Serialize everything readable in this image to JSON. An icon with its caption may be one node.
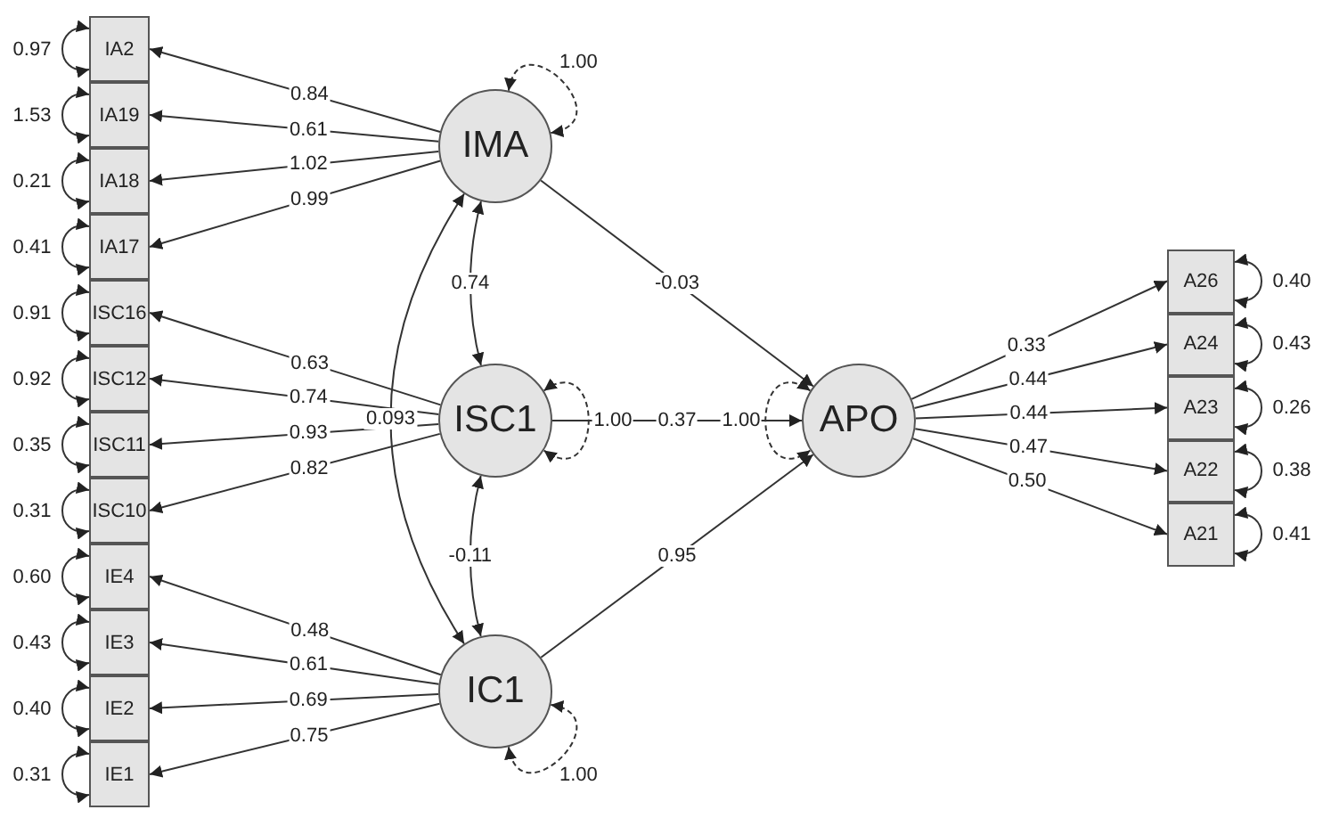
{
  "diagram": {
    "nodes": [
      {
        "text": [
          "IA2"
        ]
      },
      {
        "text": [
          "IA19"
        ]
      },
      {
        "text": [
          "IA18"
        ]
      },
      {
        "text": [
          "IA17"
        ]
      },
      {
        "text": [
          "ISC16"
        ]
      },
      {
        "text": [
          "ISC12"
        ]
      },
      {
        "text": [
          "ISC11"
        ]
      },
      {
        "text": [
          "ISC10"
        ]
      },
      {
        "text": [
          "IE4"
        ]
      },
      {
        "text": [
          "IE3"
        ]
      },
      {
        "text": [
          "IE2"
        ]
      },
      {
        "text": [
          "IE1"
        ]
      },
      {
        "text": [
          "IMA"
        ]
      },
      {
        "text": [
          "ISC1"
        ]
      },
      {
        "text": [
          "IC1"
        ]
      },
      {
        "text": [
          "APO"
        ]
      },
      {
        "text": [
          "A26"
        ]
      },
      {
        "text": [
          "A24"
        ]
      },
      {
        "text": [
          "A23"
        ]
      },
      {
        "text": [
          "A22"
        ]
      },
      {
        "text": [
          "A21"
        ]
      }
    ],
    "edges": [
      {
        "from": 12,
        "to": 0,
        "arrow": "to",
        "label": "0.84"
      },
      {
        "from": 12,
        "to": 1,
        "arrow": "to",
        "label": "0.61"
      },
      {
        "from": 12,
        "to": 2,
        "arrow": "to",
        "label": "1.02"
      },
      {
        "from": 12,
        "to": 3,
        "arrow": "to",
        "label": "0.99"
      },
      {
        "from": 13,
        "to": 4,
        "arrow": "to",
        "label": "0.63"
      },
      {
        "from": 13,
        "to": 5,
        "arrow": "to",
        "label": "0.74"
      },
      {
        "from": 13,
        "to": 6,
        "arrow": "to",
        "label": "0.93"
      },
      {
        "from": 13,
        "to": 7,
        "arrow": "to",
        "label": "0.82"
      },
      {
        "from": 14,
        "to": 8,
        "arrow": "to",
        "label": "0.48"
      },
      {
        "from": 14,
        "to": 9,
        "arrow": "to",
        "label": "0.61"
      },
      {
        "from": 14,
        "to": 10,
        "arrow": "to",
        "label": "0.69"
      },
      {
        "from": 14,
        "to": 11,
        "arrow": "to",
        "label": "0.75"
      },
      {
        "from": 12,
        "to": 15,
        "arrow": "to",
        "label": "-0.03"
      },
      {
        "from": 13,
        "to": 15,
        "arrow": "to",
        "label": "0.37"
      },
      {
        "from": 14,
        "to": 15,
        "arrow": "to",
        "label": "0.95"
      },
      {
        "from": 15,
        "to": 16,
        "arrow": "to",
        "label": "0.33"
      },
      {
        "from": 15,
        "to": 17,
        "arrow": "to",
        "label": "0.44"
      },
      {
        "from": 15,
        "to": 18,
        "arrow": "to",
        "label": "0.44"
      },
      {
        "from": 15,
        "to": 19,
        "arrow": "to",
        "label": "0.47"
      },
      {
        "from": 15,
        "to": 20,
        "arrow": "to",
        "label": "0.50"
      },
      {
        "from": 12,
        "to": 13,
        "arrow": "both",
        "label": "0.74"
      },
      {
        "from": 13,
        "to": 14,
        "arrow": "both",
        "label": "-0.11"
      },
      {
        "from": 12,
        "to": 14,
        "arrow": "both",
        "label": "0.093"
      },
      {
        "from": 0,
        "to": 0,
        "arrow": "both",
        "label": "0.97"
      },
      {
        "from": 1,
        "to": 1,
        "arrow": "both",
        "label": "1.53"
      },
      {
        "from": 2,
        "to": 2,
        "arrow": "both",
        "label": "0.21"
      },
      {
        "from": 3,
        "to": 3,
        "arrow": "both",
        "label": "0.41"
      },
      {
        "from": 4,
        "to": 4,
        "arrow": "both",
        "label": "0.91"
      },
      {
        "from": 5,
        "to": 5,
        "arrow": "both",
        "label": "0.92"
      },
      {
        "from": 6,
        "to": 6,
        "arrow": "both",
        "label": "0.35"
      },
      {
        "from": 7,
        "to": 7,
        "arrow": "both",
        "label": "0.31"
      },
      {
        "from": 8,
        "to": 8,
        "arrow": "both",
        "label": "0.60"
      },
      {
        "from": 9,
        "to": 9,
        "arrow": "both",
        "label": "0.43"
      },
      {
        "from": 10,
        "to": 10,
        "arrow": "both",
        "label": "0.40"
      },
      {
        "from": 11,
        "to": 11,
        "arrow": "both",
        "label": "0.31"
      },
      {
        "from": 16,
        "to": 16,
        "arrow": "both",
        "label": "0.40"
      },
      {
        "from": 17,
        "to": 17,
        "arrow": "both",
        "label": "0.43"
      },
      {
        "from": 18,
        "to": 18,
        "arrow": "both",
        "label": "0.26"
      },
      {
        "from": 19,
        "to": 19,
        "arrow": "both",
        "label": "0.38"
      },
      {
        "from": 20,
        "to": 20,
        "arrow": "both",
        "label": "0.41"
      },
      {
        "from": 12,
        "to": 12,
        "arrow": "both",
        "label": "1.00",
        "style": "dashed"
      },
      {
        "from": 13,
        "to": 13,
        "arrow": "both",
        "label": "1.00",
        "style": "dashed"
      },
      {
        "from": 15,
        "to": 15,
        "arrow": "both",
        "label": "1.00",
        "style": "dashed"
      },
      {
        "from": 14,
        "to": 14,
        "arrow": "both",
        "label": "1.00",
        "style": "dashed"
      }
    ]
  }
}
